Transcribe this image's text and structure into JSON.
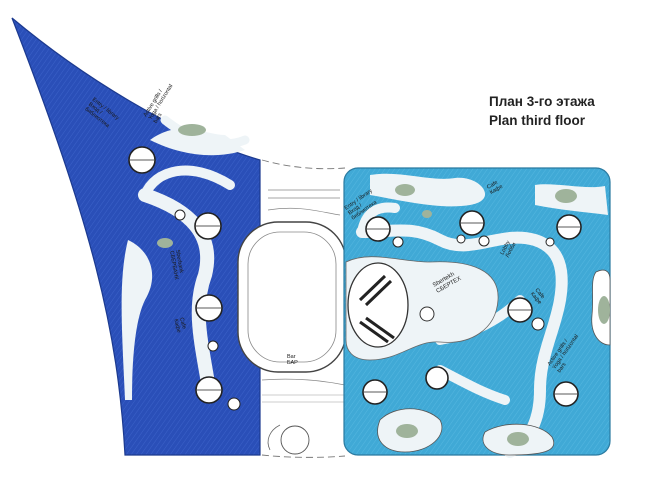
{
  "title": {
    "line_ru": "План 3-го этажа",
    "line_en": "Plan third floor"
  },
  "colors": {
    "left_wing": "#2a4fb8",
    "right_wing": "#40a9d6",
    "paths": "#eef4f7",
    "outline": "#3a3a3a",
    "greenery": "#9fb39b",
    "background": "#ffffff"
  },
  "labels": {
    "entry_library": [
      "Entry / library",
      "Вход /",
      "библиотека"
    ],
    "active_grills_left": [
      "Active grills /",
      "Yoga / horizontal",
      "bars"
    ],
    "sberbank": [
      "Sberbank",
      "СБЕРБАНК"
    ],
    "cafe_left": [
      "Cafe",
      "Кафе"
    ],
    "entry_right": [
      "Entry / library",
      "Вход /",
      "библиотека"
    ],
    "cafe_right": [
      "Cafe",
      "Кафе"
    ],
    "lobby": [
      "Lobby",
      "Лобби"
    ],
    "sbertekh": [
      "Sbertekh",
      "СБЕРТЕХ"
    ],
    "cafe_small": [
      "Cafe",
      "Кафе"
    ],
    "active_grills_right": [
      "Active grills /",
      "Yoga / horizontal",
      "bars"
    ],
    "bar": [
      "Bar",
      "БАР"
    ]
  }
}
